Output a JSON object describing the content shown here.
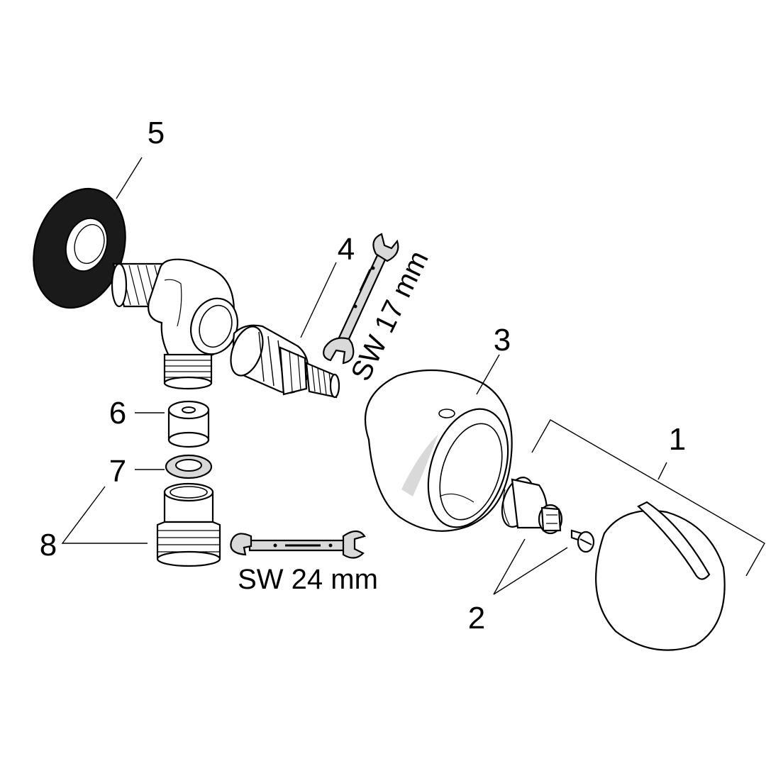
{
  "callouts": {
    "c1": "1",
    "c2": "2",
    "c3": "3",
    "c4": "4",
    "c5": "5",
    "c6": "6",
    "c7": "7",
    "c8": "8"
  },
  "wrench_labels": {
    "sw17": "SW 17 mm",
    "sw24": "SW 24 mm"
  },
  "colors": {
    "ink": "#000000",
    "fill": "#ffffff",
    "shade": "#d9d9d9",
    "dark": "#1a1a1a"
  }
}
